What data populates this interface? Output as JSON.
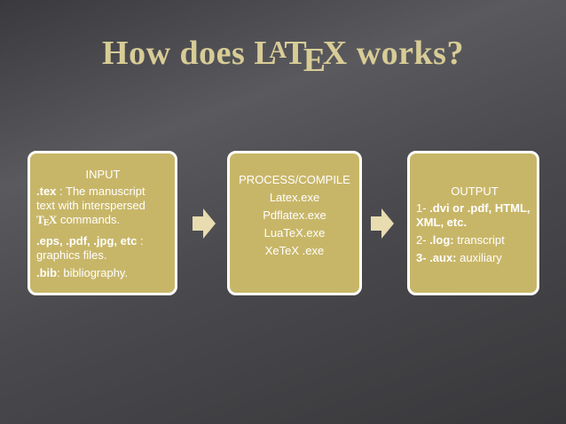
{
  "title": {
    "prefix": "How does ",
    "logo_l": "L",
    "logo_a": "A",
    "logo_t": "T",
    "logo_e": "E",
    "logo_x": "X",
    "suffix": " works?"
  },
  "input_box": {
    "heading": "INPUT",
    "tex_ext": ".tex",
    "tex_desc_1": " : The manuscript",
    "tex_desc_2": "text  with interspersed",
    "tex_logo_t": "T",
    "tex_logo_e": "E",
    "tex_logo_x": "X",
    "tex_desc_3": " commands.",
    "img_ext": ".eps, .pdf, .jpg, etc",
    "img_desc_1": " :",
    "img_desc_2": "graphics files.",
    "bib_ext": ".bib",
    "bib_desc": ": bibliography."
  },
  "process_box": {
    "heading": "PROCESS/COMPILE",
    "items": [
      "Latex.exe",
      "Pdflatex.exe",
      "LuaTeX.exe",
      "XeTeX .exe"
    ]
  },
  "output_box": {
    "heading": "OUTPUT",
    "item1_num": "1- ",
    "item1_val": ".dvi or .pdf, HTML, XML, etc.",
    "item2_num": "2- ",
    "item2_ext": ".log:",
    "item2_desc": " transcript",
    "item3_num": "3- ",
    "item3_ext": ".aux:",
    "item3_desc": " auxiliary"
  },
  "icons": {
    "arrow_1": "right-arrow-icon",
    "arrow_2": "right-arrow-icon"
  },
  "colors": {
    "box_fill": "#c8b668",
    "box_border": "#ffffff",
    "title": "#d8cc96",
    "arrow": "#e8dcb0"
  }
}
